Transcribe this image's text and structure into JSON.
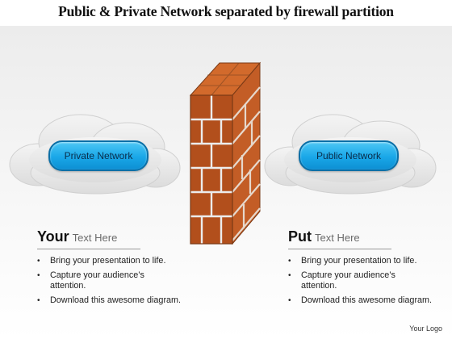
{
  "title": "Public & Private Network separated by firewall partition",
  "left_cloud": {
    "label": "Private Network"
  },
  "right_cloud": {
    "label": "Public Network"
  },
  "left_panel": {
    "heading_big": "Your",
    "heading_small": "Text Here",
    "bullets": [
      "Bring your presentation to life.",
      "Capture your audience’s attention.",
      "Download this awesome diagram."
    ]
  },
  "right_panel": {
    "heading_big": "Put",
    "heading_small": "Text Here",
    "bullets": [
      "Bring your presentation to life.",
      "Capture your audience’s attention.",
      "Download this awesome diagram."
    ]
  },
  "logo": "Your Logo",
  "colors": {
    "pill": "#19a7e8",
    "brick_front": "#b5521f",
    "brick_side": "#c45f28",
    "brick_top": "#d06a2e",
    "mortar": "#ececec"
  },
  "icons": [
    "cloud-icon",
    "firewall-brick-wall-icon"
  ]
}
